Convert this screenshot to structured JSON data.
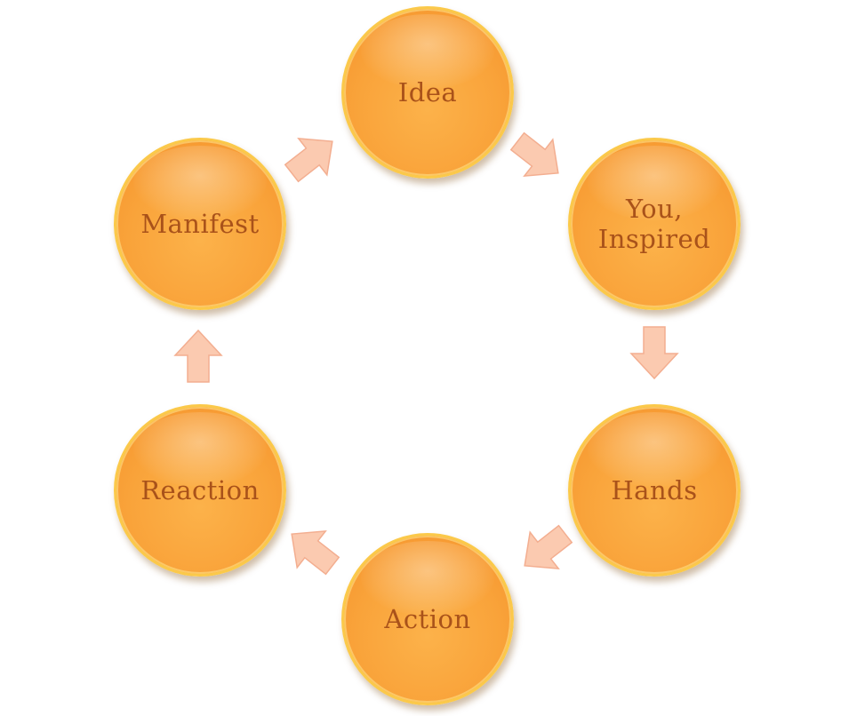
{
  "diagram": {
    "nodes": [
      {
        "id": "idea",
        "label": "Idea"
      },
      {
        "id": "inspired",
        "label": "You,\nInspired"
      },
      {
        "id": "hands",
        "label": "Hands"
      },
      {
        "id": "action",
        "label": "Action"
      },
      {
        "id": "reaction",
        "label": "Reaction"
      },
      {
        "id": "manifest",
        "label": "Manifest"
      }
    ],
    "edges": [
      {
        "from": "idea",
        "to": "inspired"
      },
      {
        "from": "inspired",
        "to": "hands"
      },
      {
        "from": "hands",
        "to": "action"
      },
      {
        "from": "action",
        "to": "reaction"
      },
      {
        "from": "reaction",
        "to": "manifest"
      },
      {
        "from": "manifest",
        "to": "idea"
      }
    ],
    "colors": {
      "node_fill": "#f9a33a",
      "node_border": "#fbc94a",
      "label_text": "#a9521a",
      "arrow_fill": "#fbcab0",
      "arrow_stroke": "#f3ae90"
    }
  }
}
